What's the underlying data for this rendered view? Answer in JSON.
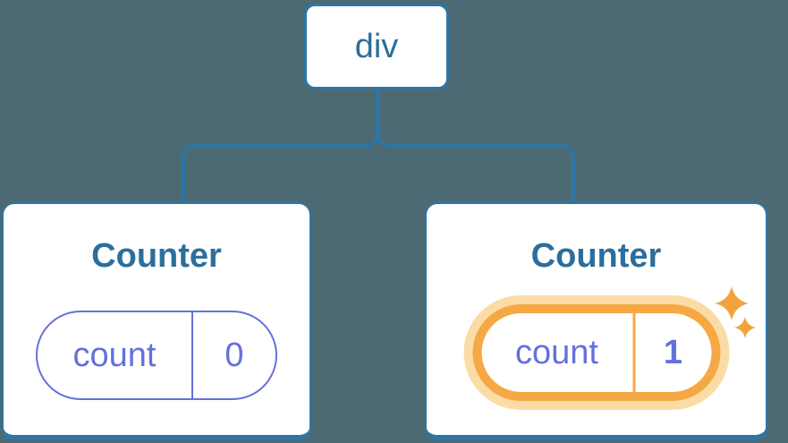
{
  "diagram": {
    "description": "React component tree diagram with a root div and two Counter children",
    "root": {
      "label": "div"
    },
    "children": [
      {
        "title": "Counter",
        "state": {
          "name": "count",
          "value": "0"
        },
        "highlighted": false
      },
      {
        "title": "Counter",
        "state": {
          "name": "count",
          "value": "1"
        },
        "highlighted": true
      }
    ],
    "icons": {
      "sparkle": "sparkle-icon"
    },
    "colors": {
      "background": "#4C6A73",
      "node_border_blue": "#2E75A6",
      "node_text_blue": "#2C6E9C",
      "state_purple": "#6570DC",
      "highlight_orange": "#F5A843",
      "highlight_glow": "#FBDCA6",
      "sparkle_orange": "#F2A33C",
      "card_background": "#FFFFFF"
    }
  }
}
